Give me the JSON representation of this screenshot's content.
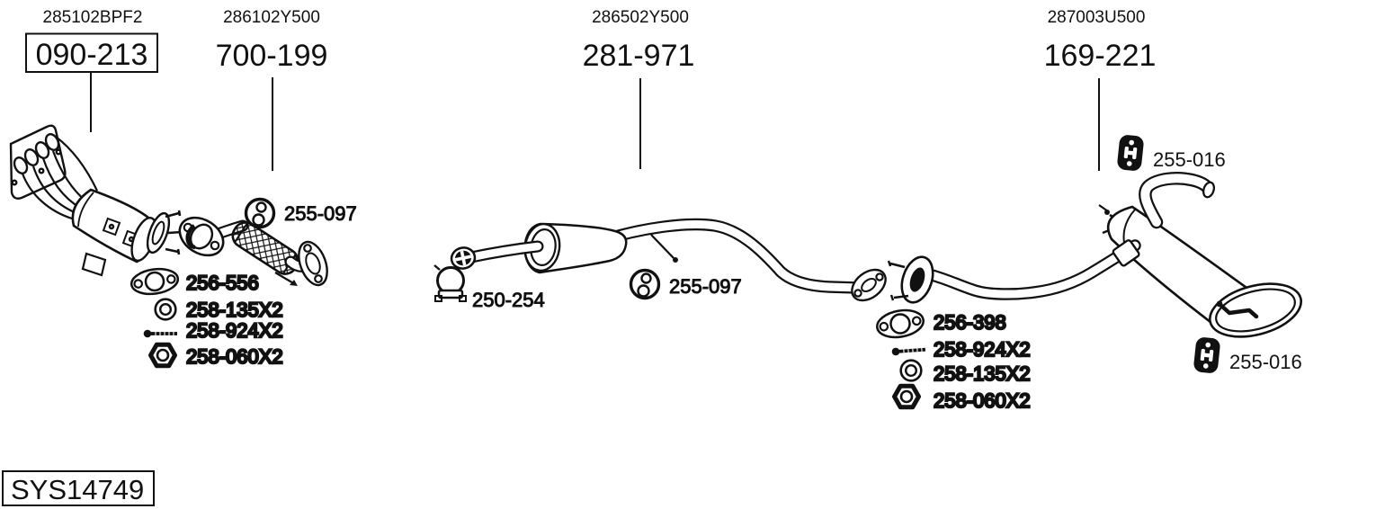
{
  "colors": {
    "ink": "#111111",
    "background": "#ffffff"
  },
  "footer": {
    "system_code": "SYS14749"
  },
  "sections": [
    {
      "id": "manifold-catalytic-converter",
      "oem_number": "285102BPF2",
      "part_number": "090-213",
      "boxed": true
    },
    {
      "id": "front-flex-pipe",
      "oem_number": "286102Y500",
      "part_number": "700-199",
      "boxed": false
    },
    {
      "id": "center-silencer-pipe",
      "oem_number": "286502Y500",
      "part_number": "281-971",
      "boxed": false
    },
    {
      "id": "rear-silencer",
      "oem_number": "287003U500",
      "part_number": "169-221",
      "boxed": false
    }
  ],
  "callouts": {
    "manifold_hardware": [
      {
        "part_number": "256-556",
        "icon": "flange-gasket-icon"
      },
      {
        "part_number": "258-135X2",
        "icon": "washer-icon"
      },
      {
        "part_number": "258-924X2",
        "icon": "bolt-icon"
      },
      {
        "part_number": "258-060X2",
        "icon": "hex-nut-icon"
      }
    ],
    "flex_pipe_hanger": {
      "part_number": "255-097",
      "icon": "rubber-hanger-round-icon"
    },
    "center_clamp": {
      "part_number": "250-254",
      "icon": "pipe-clamp-icon"
    },
    "center_hanger": {
      "part_number": "255-097",
      "icon": "rubber-hanger-round-icon"
    },
    "center_hardware": [
      {
        "part_number": "256-398",
        "icon": "flange-gasket-icon"
      },
      {
        "part_number": "258-924X2",
        "icon": "bolt-icon"
      },
      {
        "part_number": "258-135X2",
        "icon": "washer-icon"
      },
      {
        "part_number": "258-060X2",
        "icon": "hex-nut-icon"
      }
    ],
    "rear_hanger_upper": {
      "part_number": "255-016",
      "icon": "rubber-hanger-oblong-icon"
    },
    "rear_hanger_lower": {
      "part_number": "255-016",
      "icon": "rubber-hanger-oblong-icon"
    }
  }
}
